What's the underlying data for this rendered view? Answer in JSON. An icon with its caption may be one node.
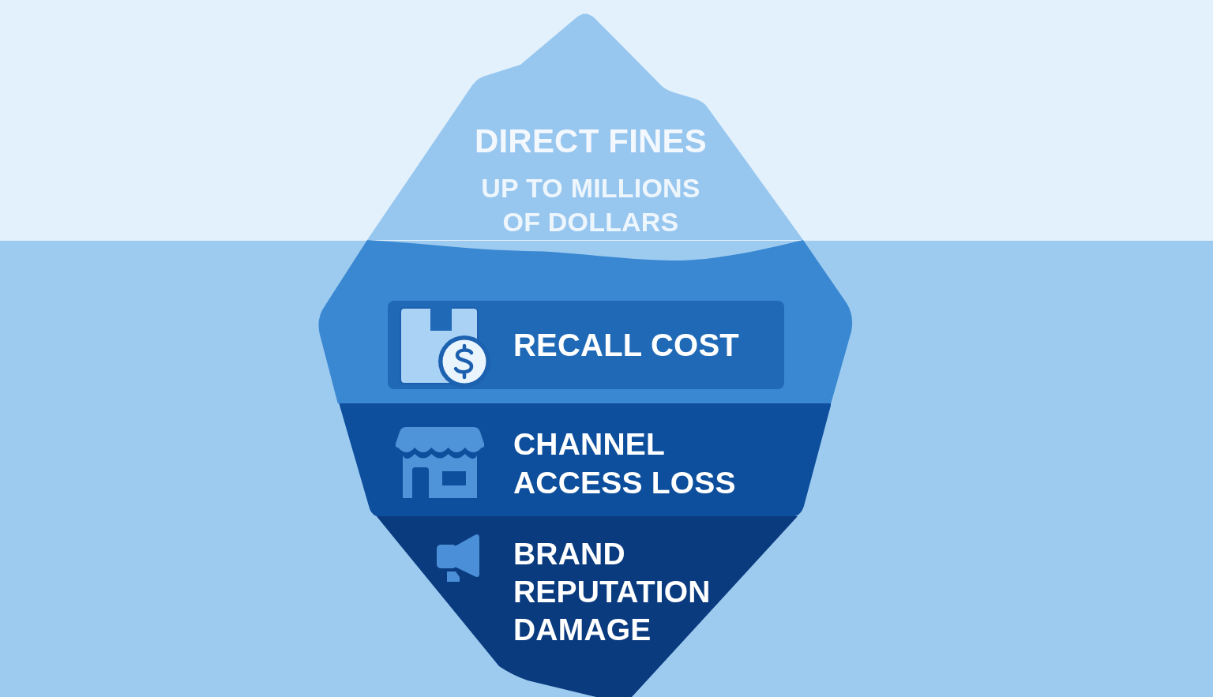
{
  "diagram": {
    "nodes": [
      {
        "text": [
          "DIRECT FINES",
          "UP TO MILLIONS OF DOLLARS"
        ]
      },
      {
        "text": [],
        "shape": "band"
      },
      {
        "text": [
          "RECALL COST"
        ],
        "in": 1
      },
      {
        "text": [
          "CHANNEL ACCESS LOSS"
        ]
      },
      {
        "text": [
          "BRAND REPUTATION DAMAGE"
        ]
      }
    ]
  }
}
